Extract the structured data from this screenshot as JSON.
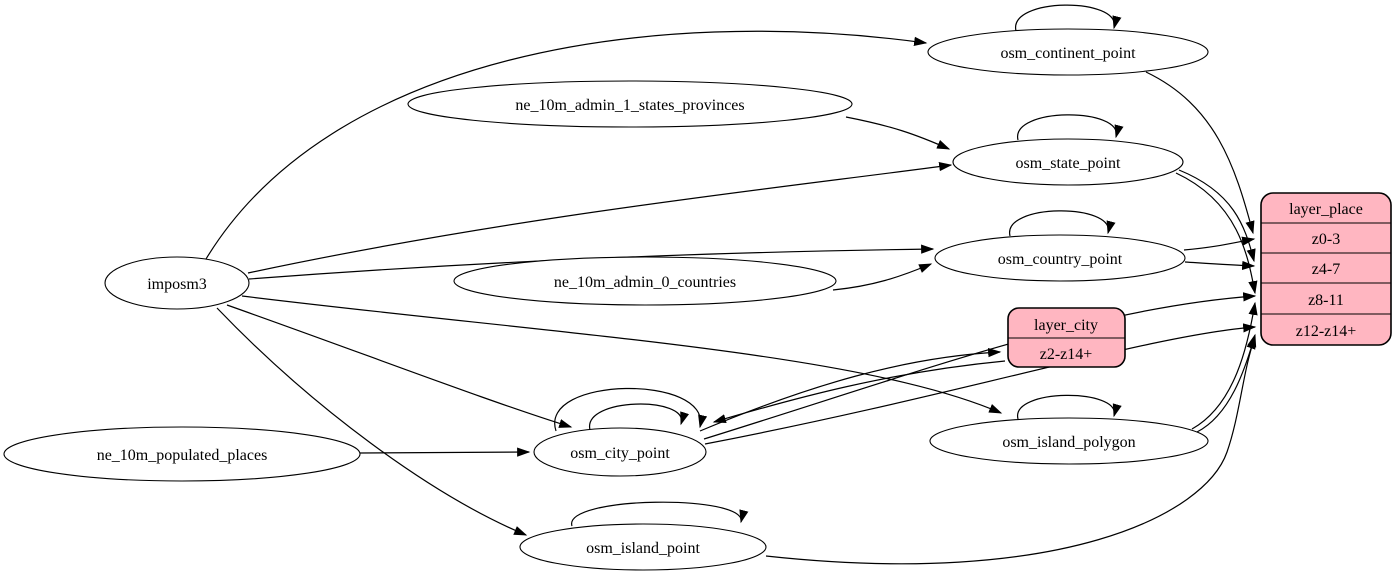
{
  "diagram": {
    "type": "etl-graph",
    "colors": {
      "background": "#ffffff",
      "node_fill": "#ffffff",
      "record_fill": "#ffb6c1",
      "stroke": "#000000"
    },
    "nodes": {
      "imposm3": {
        "label": "imposm3",
        "type": "ellipse"
      },
      "ne_10m_admin_1_states_provinces": {
        "label": "ne_10m_admin_1_states_provinces",
        "type": "ellipse"
      },
      "ne_10m_admin_0_countries": {
        "label": "ne_10m_admin_0_countries",
        "type": "ellipse"
      },
      "ne_10m_populated_places": {
        "label": "ne_10m_populated_places",
        "type": "ellipse"
      },
      "osm_continent_point": {
        "label": "osm_continent_point",
        "type": "ellipse"
      },
      "osm_state_point": {
        "label": "osm_state_point",
        "type": "ellipse"
      },
      "osm_country_point": {
        "label": "osm_country_point",
        "type": "ellipse"
      },
      "osm_city_point": {
        "label": "osm_city_point",
        "type": "ellipse"
      },
      "osm_island_polygon": {
        "label": "osm_island_polygon",
        "type": "ellipse"
      },
      "osm_island_point": {
        "label": "osm_island_point",
        "type": "ellipse"
      },
      "layer_city": {
        "label": "layer_city",
        "type": "record",
        "rows": [
          "z2-z14+"
        ]
      },
      "layer_place": {
        "label": "layer_place",
        "type": "record",
        "rows": [
          "z0-3",
          "z4-7",
          "z8-11",
          "z12-z14+"
        ]
      }
    },
    "edges": [
      {
        "from": "imposm3",
        "to": "osm_continent_point"
      },
      {
        "from": "imposm3",
        "to": "osm_state_point"
      },
      {
        "from": "imposm3",
        "to": "osm_country_point"
      },
      {
        "from": "imposm3",
        "to": "osm_city_point"
      },
      {
        "from": "imposm3",
        "to": "osm_island_polygon"
      },
      {
        "from": "imposm3",
        "to": "osm_island_point"
      },
      {
        "from": "ne_10m_admin_1_states_provinces",
        "to": "osm_state_point"
      },
      {
        "from": "ne_10m_admin_0_countries",
        "to": "osm_country_point"
      },
      {
        "from": "ne_10m_populated_places",
        "to": "osm_city_point"
      },
      {
        "from": "osm_continent_point",
        "to": "osm_continent_point"
      },
      {
        "from": "osm_state_point",
        "to": "osm_state_point"
      },
      {
        "from": "osm_country_point",
        "to": "osm_country_point"
      },
      {
        "from": "osm_city_point",
        "to": "osm_city_point"
      },
      {
        "from": "osm_city_point",
        "to": "osm_city_point"
      },
      {
        "from": "osm_island_polygon",
        "to": "osm_island_polygon"
      },
      {
        "from": "osm_island_point",
        "to": "osm_island_point"
      },
      {
        "from": "osm_continent_point",
        "to": "layer_place:z0-3"
      },
      {
        "from": "osm_country_point",
        "to": "layer_place:z0-3"
      },
      {
        "from": "osm_country_point",
        "to": "layer_place:z4-7"
      },
      {
        "from": "osm_state_point",
        "to": "layer_place:z4-7"
      },
      {
        "from": "osm_state_point",
        "to": "layer_place:z8-11"
      },
      {
        "from": "osm_city_point",
        "to": "layer_place:z8-11"
      },
      {
        "from": "osm_city_point",
        "to": "layer_place:z12-z14+"
      },
      {
        "from": "osm_island_polygon",
        "to": "layer_place:z8-11"
      },
      {
        "from": "osm_island_polygon",
        "to": "layer_place:z12-z14+"
      },
      {
        "from": "osm_island_point",
        "to": "layer_place:z12-z14+"
      },
      {
        "from": "osm_city_point",
        "to": "layer_city:z2-z14+"
      },
      {
        "from": "layer_city",
        "to": "osm_city_point"
      }
    ]
  }
}
